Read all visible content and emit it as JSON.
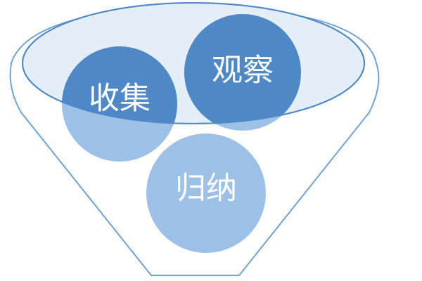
{
  "diagram": {
    "type": "funnel",
    "labels": {
      "collect": "收集",
      "observe": "观察",
      "induce": "归纳"
    },
    "colors": {
      "outline": "#6fa3d6",
      "ball_dark": "#4f88c6",
      "ball_light": "#9dc0e6",
      "rim_fill": "#cfe0f3",
      "funnel_fill": "#ffffff",
      "label": "#ffffff"
    }
  }
}
